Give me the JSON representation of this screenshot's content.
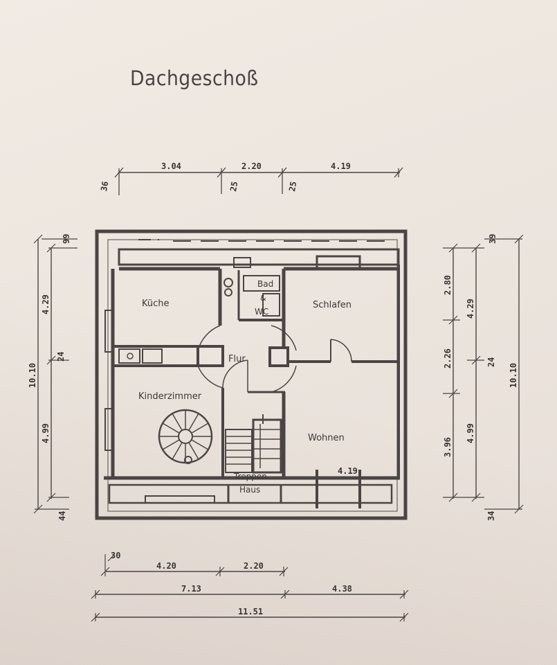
{
  "title": "Dachgeschoß",
  "rooms": {
    "kueche": "Küche",
    "bad_line1": "Bad",
    "bad_line2": "&",
    "bad_line3": "WC",
    "schlafen": "Schlafen",
    "flur": "Flur",
    "kinderzimmer": "Kinderzimmer",
    "wohnen": "Wohnen",
    "treppen_line1": "Treppen",
    "treppen_line2": "Haus"
  },
  "dimensions": {
    "top": {
      "d1": "3.04",
      "d2": "2.20",
      "d3": "4.19",
      "s1": "36",
      "s2": "25",
      "s3": "25"
    },
    "left": {
      "d1": "4.29",
      "d2": "4.99",
      "d3": "10.10",
      "s1": "24",
      "sTop": "99",
      "sBot": "44"
    },
    "right": {
      "d1": "2.80",
      "d2": "2.26",
      "d3": "3.96",
      "d4": "4.29",
      "d5": "4.99",
      "d6": "10.10",
      "s1": "24",
      "sTop": "39",
      "sBot": "34"
    },
    "wohnen_width": "4.19",
    "bottom": {
      "b0": "30",
      "b1": "4.20",
      "b2": "2.20",
      "b3": "7.13",
      "b4": "4.38",
      "b5": "11.51"
    }
  }
}
